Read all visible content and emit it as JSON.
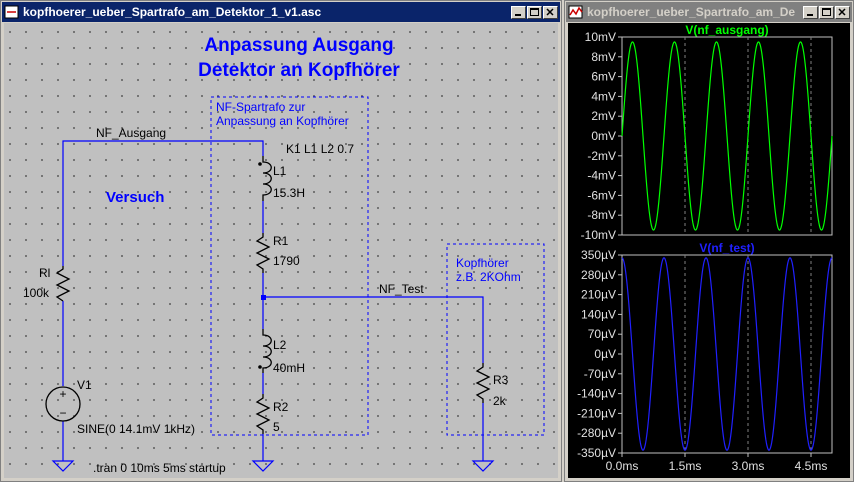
{
  "schematic_window": {
    "title": "kopfhoerer_ueber_Spartrafo_am_Detektor_1_v1.asc",
    "heading_line1": "Anpassung Ausgang",
    "heading_line2": "Detektor an Kopfhörer",
    "box1_line1": "NF-Spartrafo zur",
    "box1_line2": "Anpassung an Kopfhörer",
    "coupling": "K1 L1 L2 0.7",
    "versuch": "Versuch",
    "box2_line1": "Kopfhörer",
    "box2_line2": "z.B. 2KOhm",
    "net_nf_ausgang": "NF_Ausgang",
    "net_nf_test": "NF_Test",
    "ri_name": "Rl",
    "ri_value": "100k",
    "v1_name": "V1",
    "v1_value": "SINE(0 14.1mV 1kHz)",
    "l1_name": "L1",
    "l1_value": "15.3H",
    "r1_name": "R1",
    "r1_value": "1790",
    "l2_name": "L2",
    "l2_value": "40mH",
    "r2_name": "R2",
    "r2_value": "5",
    "r3_name": "R3",
    "r3_value": "2k",
    "directive": ".tran 0 10ms 5ms startup",
    "plus_sign": "+",
    "minus_sign": "−"
  },
  "waveform_window": {
    "title": "kopfhoerer_ueber_Spartrafo_am_De",
    "colors": {
      "top": "#00ff00",
      "bottom": "#2020ff",
      "grid": "#808080",
      "axis": "#c0c0c0"
    }
  },
  "chart_data": [
    {
      "type": "line",
      "title": "V(nf_ausgang)",
      "series": [
        {
          "name": "V(nf_ausgang)",
          "amplitude": 9.5,
          "frequency_khz": 1,
          "phase_deg": 0
        }
      ],
      "xlim": [
        0,
        5
      ],
      "ylim": [
        -10,
        10
      ],
      "yticks": [
        10,
        8,
        6,
        4,
        2,
        0,
        -2,
        -4,
        -6,
        -8,
        -10
      ],
      "ytick_labels": [
        "10mV",
        "8mV",
        "6mV",
        "4mV",
        "2mV",
        "0mV",
        "-2mV",
        "-4mV",
        "-6mV",
        "-8mV",
        "-10mV"
      ],
      "xticks": [
        0,
        1.5,
        3.0,
        4.5
      ],
      "grid": true
    },
    {
      "type": "line",
      "title": "V(nf_test)",
      "series": [
        {
          "name": "V(nf_test)",
          "amplitude": 340,
          "frequency_khz": 1,
          "phase_deg": 90
        }
      ],
      "xlim": [
        0,
        5
      ],
      "ylim": [
        -350,
        350
      ],
      "yticks": [
        350,
        280,
        210,
        140,
        70,
        0,
        -70,
        -140,
        -210,
        -280,
        -350
      ],
      "ytick_labels": [
        "350µV",
        "280µV",
        "210µV",
        "140µV",
        "70µV",
        "0µV",
        "-70µV",
        "-140µV",
        "-210µV",
        "-280µV",
        "-350µV"
      ],
      "xticks": [
        0,
        1.5,
        3.0,
        4.5
      ],
      "xtick_labels": [
        "0.0ms",
        "1.5ms",
        "3.0ms",
        "4.5ms"
      ],
      "grid": true
    }
  ]
}
